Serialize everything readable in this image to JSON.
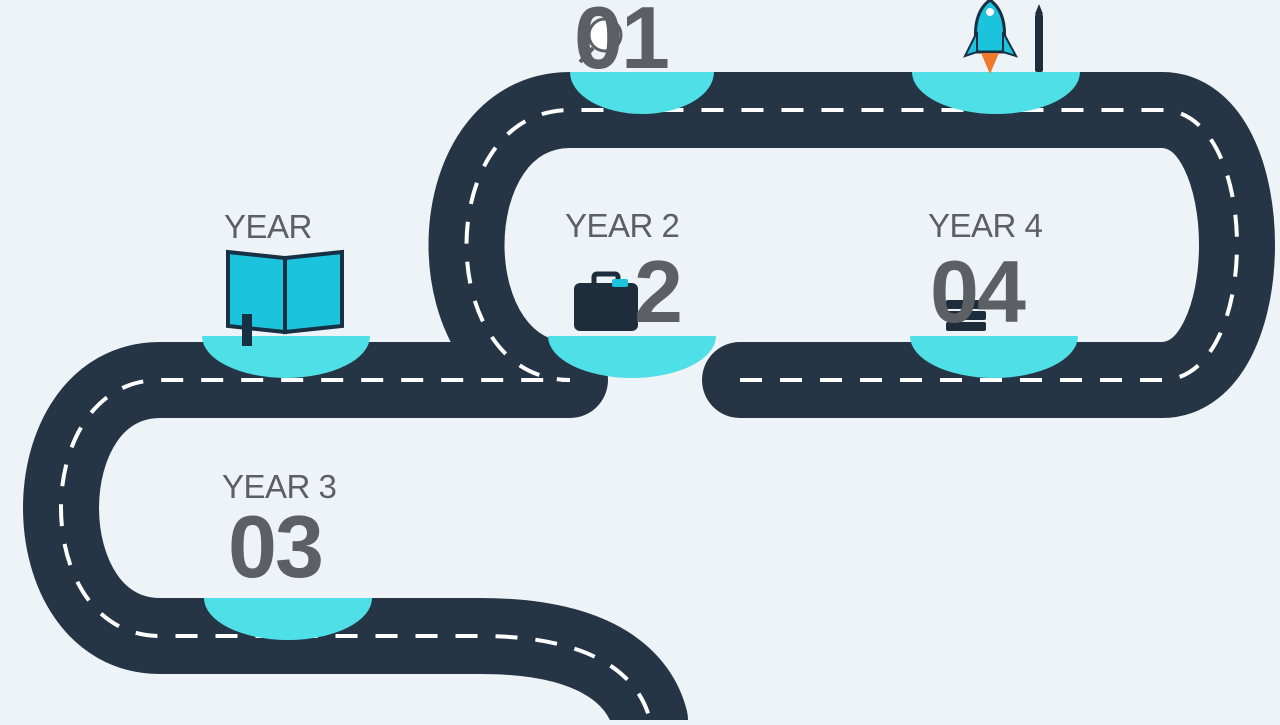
{
  "milestones": [
    {
      "id": "m1",
      "year_label": "YEAR",
      "number": "",
      "icon": "open-book-icon"
    },
    {
      "id": "m2",
      "year_label": "YEAR 2",
      "number": "2",
      "icon": "briefcase-icon"
    },
    {
      "id": "m3",
      "year_label": "YEAR 3",
      "number": "03",
      "icon": ""
    },
    {
      "id": "m4",
      "year_label": "YEAR 4",
      "number": "04",
      "icon": "books-stack-icon"
    },
    {
      "id": "m5",
      "year_label": "",
      "number": "01",
      "icon": "lightbulb-icon"
    },
    {
      "id": "m6",
      "year_label": "",
      "number": "",
      "icon": "rocket-icon"
    }
  ],
  "extra_icons": [
    "pen-icon"
  ],
  "colors": {
    "background": "#eef3f7",
    "road": "#263545",
    "road_marking": "#ffffff",
    "marker": "#4fdfe6",
    "text": "#5c5f63",
    "icon_accent": "#1cc3dc",
    "rocket_flame": "#f07a2c"
  }
}
